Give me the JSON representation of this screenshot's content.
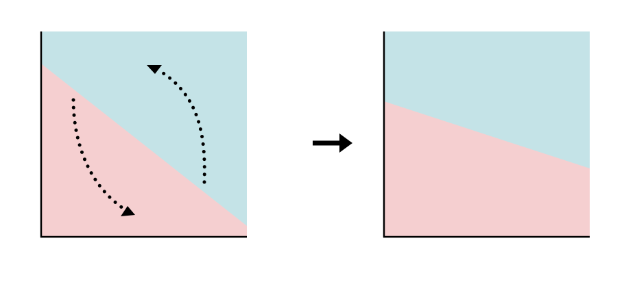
{
  "colors": {
    "region_blue": "#c4e3e7",
    "region_pink": "#f5cfd0",
    "axis": "#000000",
    "arrow": "#000000",
    "dots": "#000000"
  },
  "panels": [
    {
      "name": "before",
      "boundary": "diagonal",
      "rotation_arrows": 2
    },
    {
      "name": "after",
      "boundary": "shallow-slope",
      "rotation_arrows": 0
    }
  ],
  "transition_arrow": "right-arrow-icon"
}
